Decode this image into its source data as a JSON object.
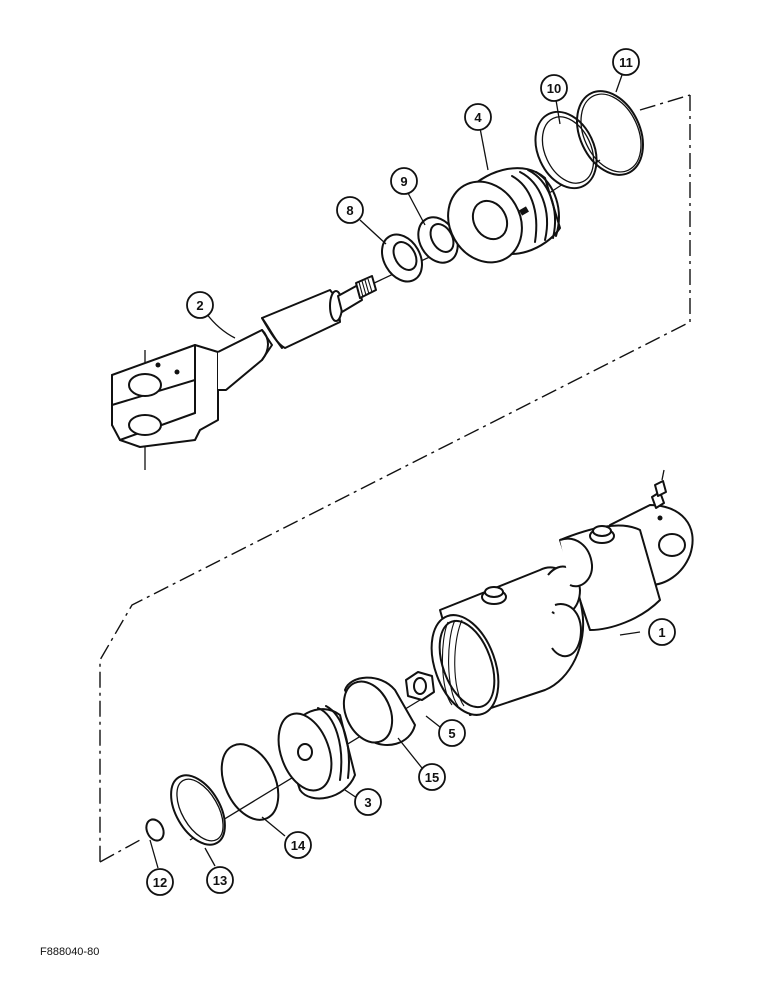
{
  "callouts": {
    "c1": "1",
    "c2": "2",
    "c3": "3",
    "c4": "4",
    "c5": "5",
    "c8": "8",
    "c9": "9",
    "c10": "10",
    "c11": "11",
    "c12": "12",
    "c13": "13",
    "c14": "14",
    "c15": "15"
  },
  "figure_code": "F888040-80"
}
